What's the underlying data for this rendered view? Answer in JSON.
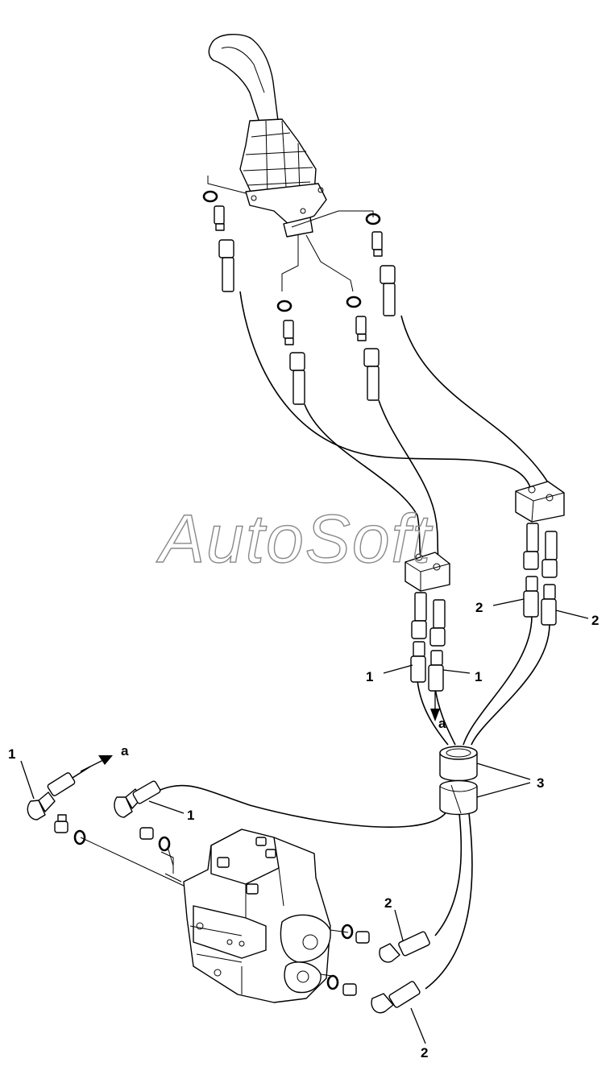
{
  "watermark": "AutoSoft",
  "callouts": {
    "hose_1": "1",
    "hose_2": "2",
    "clamp_3": "3",
    "arrow_a": "a"
  }
}
